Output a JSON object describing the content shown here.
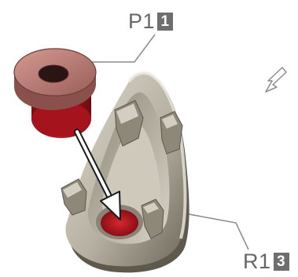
{
  "callouts": {
    "p1": {
      "text": "P1",
      "badge": "1"
    },
    "r1": {
      "text": "R1",
      "badge": "3"
    }
  },
  "colors": {
    "label_text": "#666666",
    "badge_bg": "#6e6e6e",
    "plug_top": "#b97f78",
    "plug_body": "#a5141c",
    "housing": "#c8c3b6",
    "housing_shadow": "#6b6558",
    "arrow_fill": "#ffffff",
    "arrow_stroke": "#1a1a1a"
  },
  "icons": [
    "expand-arrow-icon",
    "insertion-arrow-icon"
  ]
}
